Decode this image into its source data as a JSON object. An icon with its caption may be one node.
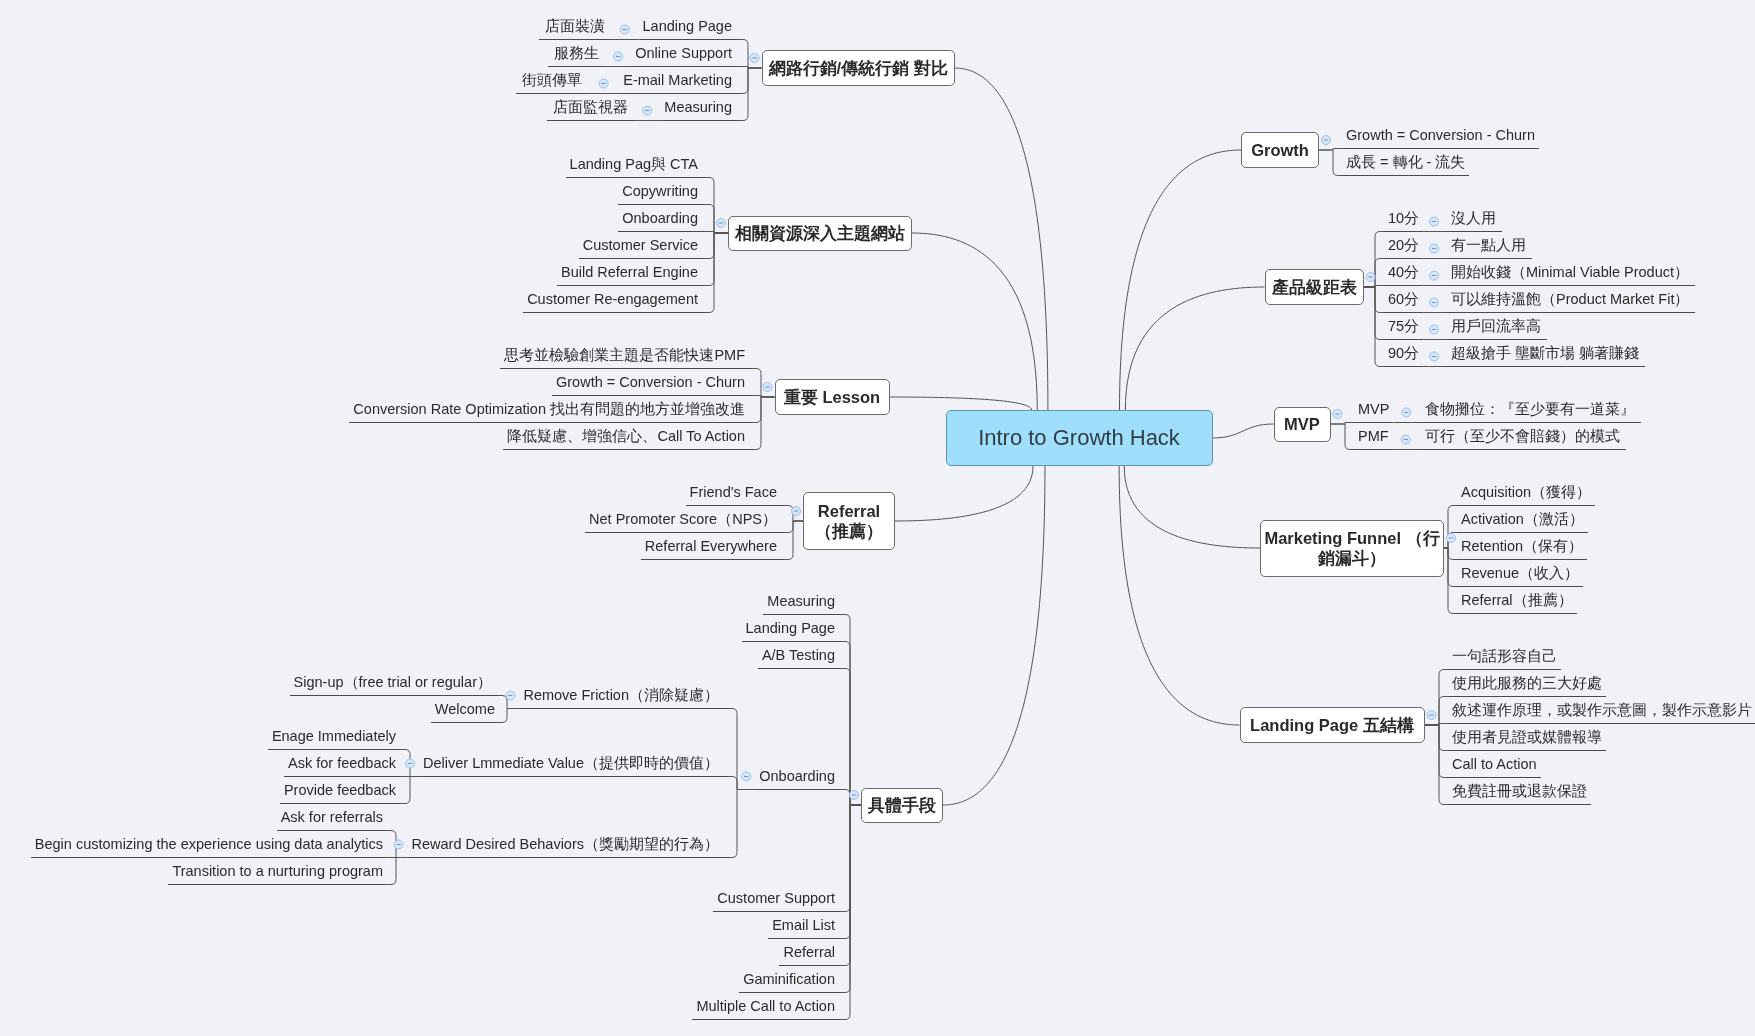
{
  "diagram": {
    "nodes": [
      {
        "text": [
          "Intro to Growth Hack"
        ]
      },
      {
        "text": [
          "網路行銷/傳統行銷 對比"
        ]
      },
      {
        "text": [
          "Landing Page"
        ]
      },
      {
        "text": [
          "店面裝潢"
        ]
      },
      {
        "text": [
          "Online Support"
        ]
      },
      {
        "text": [
          "服務生"
        ]
      },
      {
        "text": [
          "E-mail Marketing"
        ]
      },
      {
        "text": [
          "街頭傳單"
        ]
      },
      {
        "text": [
          "Measuring"
        ]
      },
      {
        "text": [
          "店面監視器"
        ]
      },
      {
        "text": [
          "相關資源深入主題網站"
        ]
      },
      {
        "text": [
          "Landing Pag與 CTA"
        ]
      },
      {
        "text": [
          "Copywriting"
        ]
      },
      {
        "text": [
          "Onboarding"
        ]
      },
      {
        "text": [
          "Customer Service"
        ]
      },
      {
        "text": [
          "Build Referral Engine"
        ]
      },
      {
        "text": [
          "Customer Re-engagement"
        ]
      },
      {
        "text": [
          "重要 Lesson"
        ]
      },
      {
        "text": [
          "思考並檢驗創業主題是否能快速PMF"
        ]
      },
      {
        "text": [
          "Growth = Conversion - Churn"
        ]
      },
      {
        "text": [
          "Conversion Rate Optimization 找出有問題的地方並增強改進"
        ]
      },
      {
        "text": [
          "降低疑慮、增強信心、Call To Action"
        ]
      },
      {
        "text": [
          "Referral （推薦）"
        ]
      },
      {
        "text": [
          "Friend's Face"
        ]
      },
      {
        "text": [
          "Net Promoter Score（NPS）"
        ]
      },
      {
        "text": [
          "Referral Everywhere"
        ]
      },
      {
        "text": [
          "具體手段"
        ]
      },
      {
        "text": [
          "Measuring"
        ]
      },
      {
        "text": [
          "Landing Page"
        ]
      },
      {
        "text": [
          "A/B Testing"
        ]
      },
      {
        "text": [
          "Onboarding"
        ]
      },
      {
        "text": [
          "Remove Friction（消除疑慮）"
        ]
      },
      {
        "text": [
          "Sign-up（free trial or regular）"
        ]
      },
      {
        "text": [
          "Welcome"
        ]
      },
      {
        "text": [
          "Deliver Lmmediate Value（提供即時的價值）"
        ]
      },
      {
        "text": [
          "Enage Immediately"
        ]
      },
      {
        "text": [
          "Ask for feedback"
        ]
      },
      {
        "text": [
          "Provide feedback"
        ]
      },
      {
        "text": [
          "Reward Desired Behaviors（獎勵期望的行為）"
        ]
      },
      {
        "text": [
          "Ask for referrals"
        ]
      },
      {
        "text": [
          "Begin customizing the experience using data analytics"
        ]
      },
      {
        "text": [
          "Transition to a nurturing program"
        ]
      },
      {
        "text": [
          "Customer Support"
        ]
      },
      {
        "text": [
          "Email List"
        ]
      },
      {
        "text": [
          "Referral"
        ]
      },
      {
        "text": [
          "Gaminification"
        ]
      },
      {
        "text": [
          "Multiple Call to Action"
        ]
      },
      {
        "text": [
          "Growth"
        ]
      },
      {
        "text": [
          "Growth = Conversion - Churn"
        ]
      },
      {
        "text": [
          "成長 = 轉化 - 流失"
        ]
      },
      {
        "text": [
          "產品級距表"
        ]
      },
      {
        "text": [
          "10分"
        ]
      },
      {
        "text": [
          "沒人用"
        ]
      },
      {
        "text": [
          "20分"
        ]
      },
      {
        "text": [
          "有一點人用"
        ]
      },
      {
        "text": [
          "40分"
        ]
      },
      {
        "text": [
          "開始收錢（Minimal Viable Product）"
        ]
      },
      {
        "text": [
          "60分"
        ]
      },
      {
        "text": [
          "可以維持溫飽（Product Market Fit）"
        ]
      },
      {
        "text": [
          "75分"
        ]
      },
      {
        "text": [
          "用戶回流率高"
        ]
      },
      {
        "text": [
          "90分"
        ]
      },
      {
        "text": [
          "超級搶手 壟斷市場 躺著賺錢"
        ]
      },
      {
        "text": [
          "MVP"
        ]
      },
      {
        "text": [
          "MVP"
        ]
      },
      {
        "text": [
          "食物攤位：『至少要有一道菜』"
        ]
      },
      {
        "text": [
          "PMF"
        ]
      },
      {
        "text": [
          "可行（至少不會賠錢）的模式"
        ]
      },
      {
        "text": [
          "Marketing Funnel （行銷漏斗）"
        ]
      },
      {
        "text": [
          "Acquisition（獲得）"
        ]
      },
      {
        "text": [
          "Activation（激活）"
        ]
      },
      {
        "text": [
          "Retention（保有）"
        ]
      },
      {
        "text": [
          "Revenue（收入）"
        ]
      },
      {
        "text": [
          "Referral（推薦）"
        ]
      },
      {
        "text": [
          "Landing Page 五結構"
        ]
      },
      {
        "text": [
          "一句話形容自己"
        ]
      },
      {
        "text": [
          "使用此服務的三大好處"
        ]
      },
      {
        "text": [
          "敘述運作原理，或製作示意圖，製作示意影片"
        ]
      },
      {
        "text": [
          "使用者見證或媒體報導"
        ]
      },
      {
        "text": [
          "Call to Action"
        ]
      },
      {
        "text": [
          "免費註冊或退款保證"
        ]
      }
    ],
    "edges": [
      {
        "from": 0,
        "to": 1,
        "arrow": "none"
      },
      {
        "from": 0,
        "to": 10,
        "arrow": "none"
      },
      {
        "from": 0,
        "to": 17,
        "arrow": "none"
      },
      {
        "from": 0,
        "to": 22,
        "arrow": "none"
      },
      {
        "from": 0,
        "to": 26,
        "arrow": "none"
      },
      {
        "from": 0,
        "to": 47,
        "arrow": "none"
      },
      {
        "from": 0,
        "to": 50,
        "arrow": "none"
      },
      {
        "from": 0,
        "to": 63,
        "arrow": "none"
      },
      {
        "from": 0,
        "to": 68,
        "arrow": "none"
      },
      {
        "from": 0,
        "to": 74,
        "arrow": "none"
      },
      {
        "from": 1,
        "to": 2,
        "arrow": "none"
      },
      {
        "from": 2,
        "to": 3,
        "arrow": "none"
      },
      {
        "from": 1,
        "to": 4,
        "arrow": "none"
      },
      {
        "from": 4,
        "to": 5,
        "arrow": "none"
      },
      {
        "from": 1,
        "to": 6,
        "arrow": "none"
      },
      {
        "from": 6,
        "to": 7,
        "arrow": "none"
      },
      {
        "from": 1,
        "to": 8,
        "arrow": "none"
      },
      {
        "from": 8,
        "to": 9,
        "arrow": "none"
      },
      {
        "from": 10,
        "to": 11,
        "arrow": "none"
      },
      {
        "from": 10,
        "to": 12,
        "arrow": "none"
      },
      {
        "from": 10,
        "to": 13,
        "arrow": "none"
      },
      {
        "from": 10,
        "to": 14,
        "arrow": "none"
      },
      {
        "from": 10,
        "to": 15,
        "arrow": "none"
      },
      {
        "from": 10,
        "to": 16,
        "arrow": "none"
      },
      {
        "from": 17,
        "to": 18,
        "arrow": "none"
      },
      {
        "from": 17,
        "to": 19,
        "arrow": "none"
      },
      {
        "from": 17,
        "to": 20,
        "arrow": "none"
      },
      {
        "from": 17,
        "to": 21,
        "arrow": "none"
      },
      {
        "from": 22,
        "to": 23,
        "arrow": "none"
      },
      {
        "from": 22,
        "to": 24,
        "arrow": "none"
      },
      {
        "from": 22,
        "to": 25,
        "arrow": "none"
      },
      {
        "from": 26,
        "to": 27,
        "arrow": "none"
      },
      {
        "from": 26,
        "to": 28,
        "arrow": "none"
      },
      {
        "from": 26,
        "to": 29,
        "arrow": "none"
      },
      {
        "from": 26,
        "to": 30,
        "arrow": "none"
      },
      {
        "from": 30,
        "to": 31,
        "arrow": "none"
      },
      {
        "from": 31,
        "to": 32,
        "arrow": "none"
      },
      {
        "from": 31,
        "to": 33,
        "arrow": "none"
      },
      {
        "from": 30,
        "to": 34,
        "arrow": "none"
      },
      {
        "from": 34,
        "to": 35,
        "arrow": "none"
      },
      {
        "from": 34,
        "to": 36,
        "arrow": "none"
      },
      {
        "from": 34,
        "to": 37,
        "arrow": "none"
      },
      {
        "from": 30,
        "to": 38,
        "arrow": "none"
      },
      {
        "from": 38,
        "to": 39,
        "arrow": "none"
      },
      {
        "from": 38,
        "to": 40,
        "arrow": "none"
      },
      {
        "from": 38,
        "to": 41,
        "arrow": "none"
      },
      {
        "from": 26,
        "to": 42,
        "arrow": "none"
      },
      {
        "from": 26,
        "to": 43,
        "arrow": "none"
      },
      {
        "from": 26,
        "to": 44,
        "arrow": "none"
      },
      {
        "from": 26,
        "to": 45,
        "arrow": "none"
      },
      {
        "from": 26,
        "to": 46,
        "arrow": "none"
      },
      {
        "from": 47,
        "to": 48,
        "arrow": "none"
      },
      {
        "from": 47,
        "to": 49,
        "arrow": "none"
      },
      {
        "from": 50,
        "to": 51,
        "arrow": "none"
      },
      {
        "from": 51,
        "to": 52,
        "arrow": "none"
      },
      {
        "from": 50,
        "to": 53,
        "arrow": "none"
      },
      {
        "from": 53,
        "to": 54,
        "arrow": "none"
      },
      {
        "from": 50,
        "to": 55,
        "arrow": "none"
      },
      {
        "from": 55,
        "to": 56,
        "arrow": "none"
      },
      {
        "from": 50,
        "to": 57,
        "arrow": "none"
      },
      {
        "from": 57,
        "to": 58,
        "arrow": "none"
      },
      {
        "from": 50,
        "to": 59,
        "arrow": "none"
      },
      {
        "from": 59,
        "to": 60,
        "arrow": "none"
      },
      {
        "from": 50,
        "to": 61,
        "arrow": "none"
      },
      {
        "from": 61,
        "to": 62,
        "arrow": "none"
      },
      {
        "from": 63,
        "to": 64,
        "arrow": "none"
      },
      {
        "from": 64,
        "to": 65,
        "arrow": "none"
      },
      {
        "from": 63,
        "to": 66,
        "arrow": "none"
      },
      {
        "from": 66,
        "to": 67,
        "arrow": "none"
      },
      {
        "from": 68,
        "to": 69,
        "arrow": "none"
      },
      {
        "from": 68,
        "to": 70,
        "arrow": "none"
      },
      {
        "from": 68,
        "to": 71,
        "arrow": "none"
      },
      {
        "from": 68,
        "to": 72,
        "arrow": "none"
      },
      {
        "from": 68,
        "to": 73,
        "arrow": "none"
      },
      {
        "from": 74,
        "to": 75,
        "arrow": "none"
      },
      {
        "from": 74,
        "to": 76,
        "arrow": "none"
      },
      {
        "from": 74,
        "to": 77,
        "arrow": "none"
      },
      {
        "from": 74,
        "to": 78,
        "arrow": "none"
      },
      {
        "from": 74,
        "to": 79,
        "arrow": "none"
      },
      {
        "from": 74,
        "to": 80,
        "arrow": "none"
      }
    ]
  }
}
